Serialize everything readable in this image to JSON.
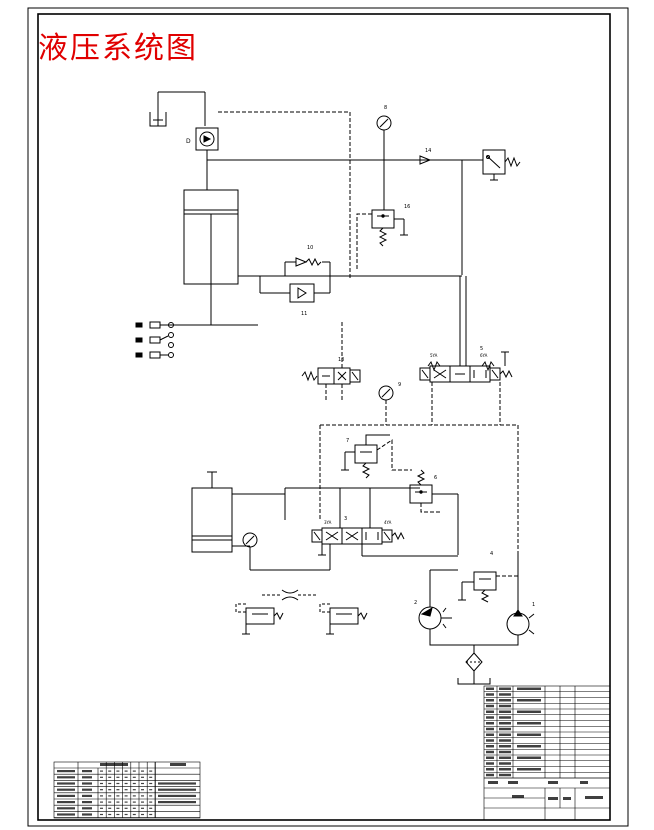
{
  "title": "液压系统图",
  "colors": {
    "title": "#e00000",
    "line": "#000000"
  },
  "labels": {
    "pump_d": "D",
    "gauge_top": "8",
    "check_14": "14",
    "valve_16": "16",
    "check_10": "10",
    "valve_11": "11",
    "valve_13": "13",
    "valve_5": "5",
    "valve_5_lt": "5YA",
    "valve_5_rt": "6YA",
    "gauge_9": "9",
    "relief_7": "7",
    "relief_6": "6",
    "valve_3": "3",
    "valve_3_lt": "3YA",
    "valve_3_rt": "4YA",
    "relief_4": "4",
    "motor_2": "2",
    "pump_1": "1"
  }
}
